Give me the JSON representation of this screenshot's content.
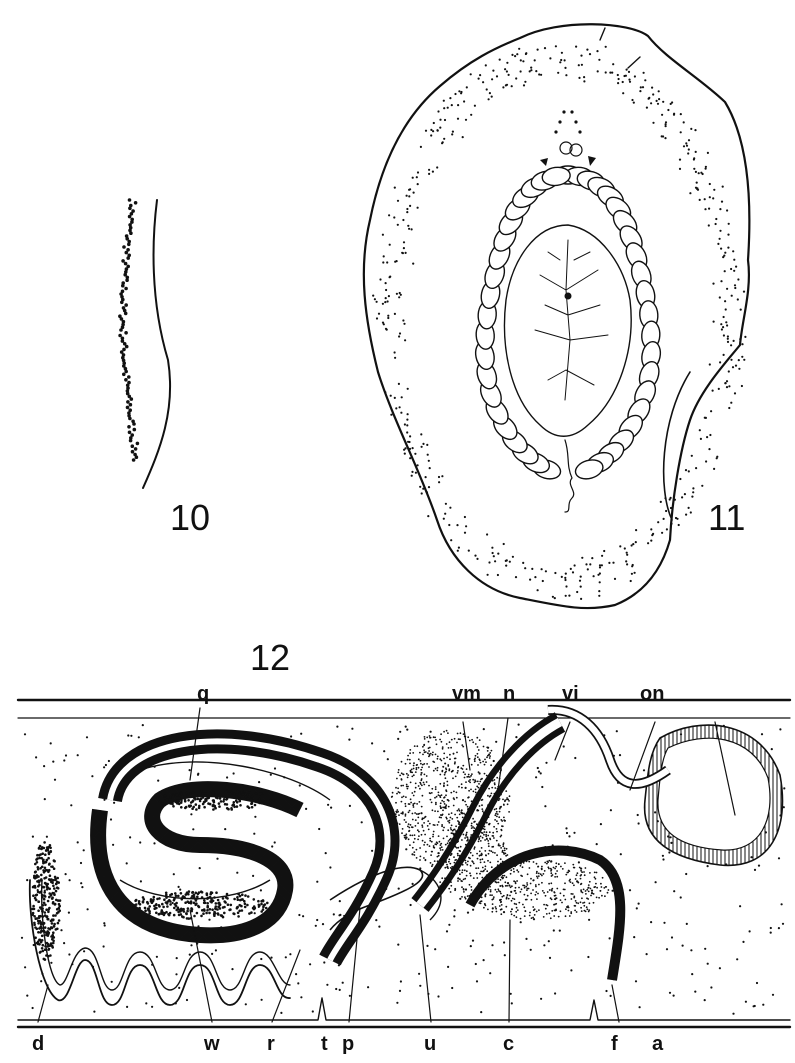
{
  "figures": {
    "fig10": {
      "number": "10"
    },
    "fig11": {
      "number": "11"
    },
    "fig12": {
      "number": "12",
      "labels": {
        "q": "q",
        "vm": "vm",
        "n": "n",
        "vi": "vi",
        "on": "on",
        "d": "d",
        "w": "w",
        "r": "r",
        "t": "t",
        "p": "p",
        "u": "u",
        "c": "c",
        "f": "f",
        "a": "a"
      }
    }
  },
  "colors": {
    "ink": "#111111",
    "paper": "#ffffff"
  }
}
